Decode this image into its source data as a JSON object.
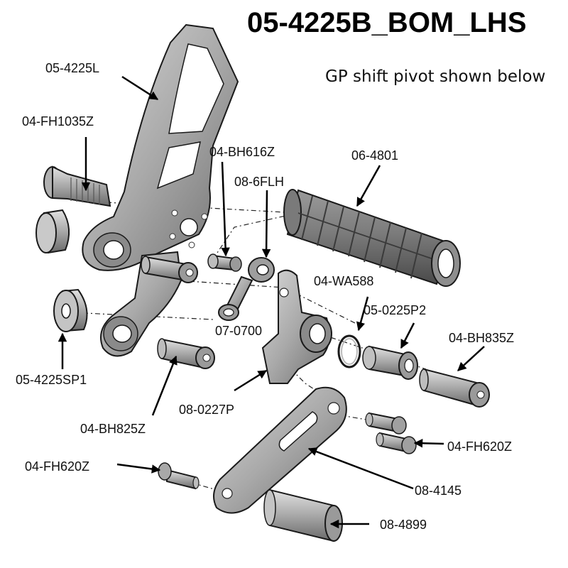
{
  "title": "05-4225B_BOM_LHS",
  "subtitle": "GP shift pivot shown below",
  "labels": {
    "p_05_4225L": "05-4225L",
    "p_04_FH1035Z": "04-FH1035Z",
    "p_04_BH616Z": "04-BH616Z",
    "p_06_4801": "06-4801",
    "p_08_6FLH": "08-6FLH",
    "p_04_WA588": "04-WA588",
    "p_05_0225P2": "05-0225P2",
    "p_07_0700": "07-0700",
    "p_04_BH835Z": "04-BH835Z",
    "p_05_4225SP1": "05-4225SP1",
    "p_08_0227P": "08-0227P",
    "p_04_BH825Z": "04-BH825Z",
    "p_04_FH620Z_right": "04-FH620Z",
    "p_04_FH620Z_left": "04-FH620Z",
    "p_08_4145": "08-4145",
    "p_08_4899": "08-4899"
  }
}
